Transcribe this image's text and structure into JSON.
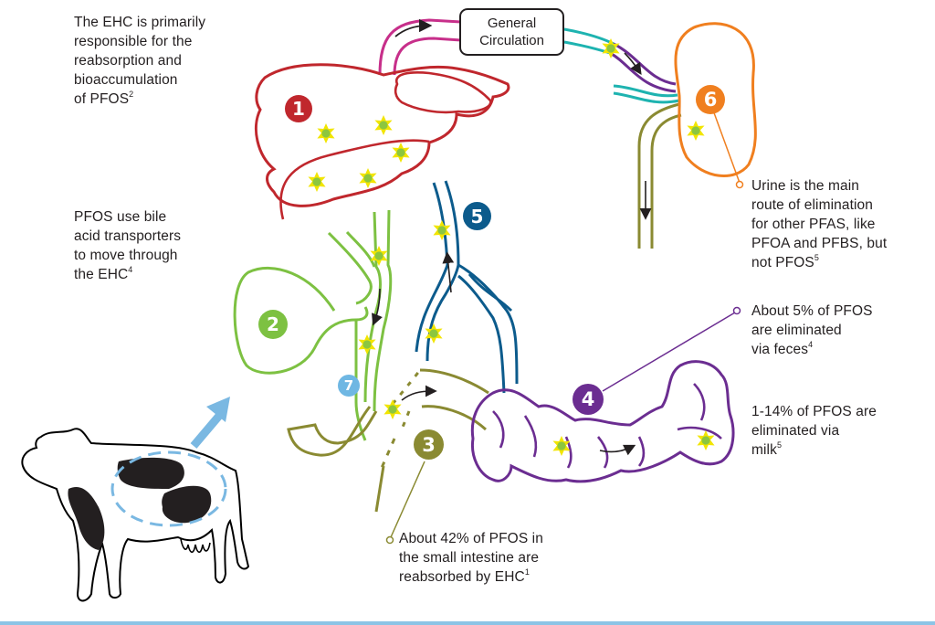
{
  "diagram": {
    "title": "Enterohepatic circulation (EHC) of PFOS in dairy cattle",
    "general_circulation_label": "General Circulation",
    "colors": {
      "liver": "#c0272d",
      "gallbladder": "#7dc142",
      "small_intestine": "#8a8a32",
      "large_intestine": "#6b2d91",
      "portal_vein": "#0c5b8c",
      "kidney": "#f07f1f",
      "bile_duct": "#6fb7e3",
      "circulation": "#c72f8a",
      "renal_artery": "#1eb3b0",
      "pfos_marker": "#8cc63f",
      "pfos_marker_edge": "#f2e500",
      "cow_highlight": "#7ab8e2"
    },
    "markers": [
      {
        "id": "1",
        "organ": "liver"
      },
      {
        "id": "2",
        "organ": "gallbladder"
      },
      {
        "id": "3",
        "organ": "small_intestine"
      },
      {
        "id": "4",
        "organ": "large_intestine"
      },
      {
        "id": "5",
        "organ": "portal_vein"
      },
      {
        "id": "6",
        "organ": "kidney"
      },
      {
        "id": "7",
        "organ": "bile_duct"
      }
    ]
  },
  "notes": {
    "ehc_main": {
      "text": "The EHC is primarily responsible for the reabsorption and bioaccumulation of PFOS",
      "lines": [
        "The EHC is primarily",
        "responsible for the",
        "reabsorption and",
        "bioaccumulation",
        "of PFOS"
      ],
      "ref": "2"
    },
    "bile_transport": {
      "lines": [
        "PFOS use bile",
        "acid transporters",
        "to move through",
        "the EHC"
      ],
      "ref": "4"
    },
    "urine": {
      "lines": [
        "Urine is the main",
        "route of elimination",
        "for other PFAS, like",
        "PFOA and PFBS, but",
        "not PFOS"
      ],
      "ref": "5"
    },
    "feces": {
      "lines": [
        "About 5% of PFOS",
        "are eliminated",
        "via feces"
      ],
      "ref": "4"
    },
    "milk": {
      "lines": [
        "1-14% of PFOS are",
        "eliminated via",
        "milk"
      ],
      "ref": "5"
    },
    "reabsorbed": {
      "lines": [
        "About 42% of PFOS in",
        "the small intestine are",
        "reabsorbed by EHC"
      ],
      "ref": "1"
    }
  }
}
